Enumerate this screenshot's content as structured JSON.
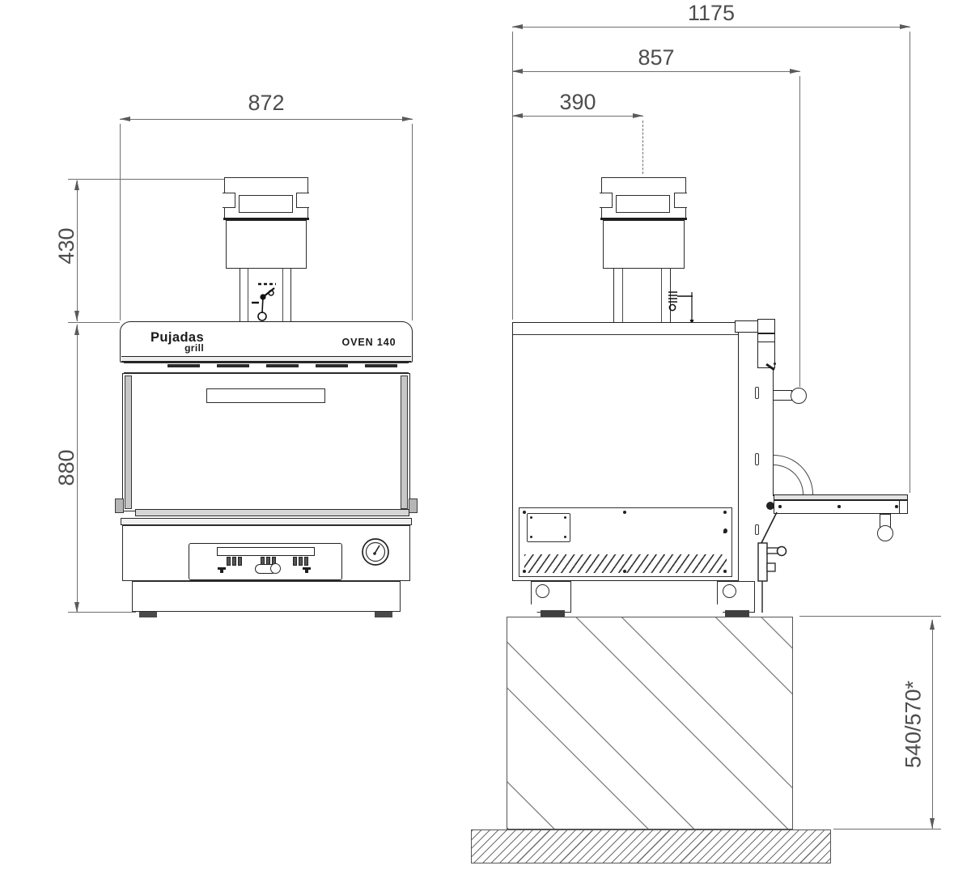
{
  "front_view": {
    "brand": {
      "line1": "Pujadas",
      "line2": "grill"
    },
    "model": "OVEN 140",
    "dims": {
      "width": "872",
      "chimney_height": "430",
      "body_height": "880"
    }
  },
  "side_view": {
    "dims": {
      "overall_depth": "1175",
      "depth_to_handle": "857",
      "flue_center_offset": "390",
      "stand_height": "540/570*"
    }
  }
}
